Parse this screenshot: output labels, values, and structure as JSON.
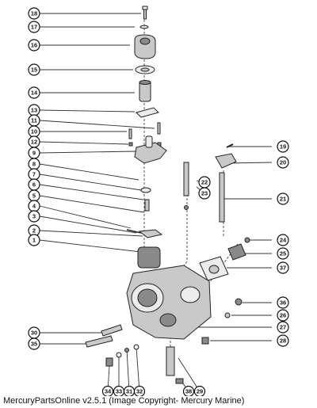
{
  "footer": {
    "text": "MercuryPartsOnline v2.5.1 (Image Copyright- Mercury Marine)"
  },
  "callouts": {
    "n18": "18",
    "n17": "17",
    "n16": "16",
    "n15": "15",
    "n14": "14",
    "n13": "13",
    "n11": "11",
    "n10": "10",
    "n12": "12",
    "n9": "9",
    "n8": "8",
    "n7": "7",
    "n6": "6",
    "n5": "5",
    "n4": "4",
    "n3": "3",
    "n2": "2",
    "n1": "1",
    "n19": "19",
    "n20": "20",
    "n22": "22",
    "n23": "23",
    "n21": "21",
    "n24": "24",
    "n25": "25",
    "n37": "37",
    "n36": "36",
    "n26": "26",
    "n27": "27",
    "n28": "28",
    "n30": "30",
    "n35": "35",
    "n34": "34",
    "n33": "33",
    "n31": "31",
    "n32": "32",
    "n38": "38",
    "n29": "29"
  }
}
